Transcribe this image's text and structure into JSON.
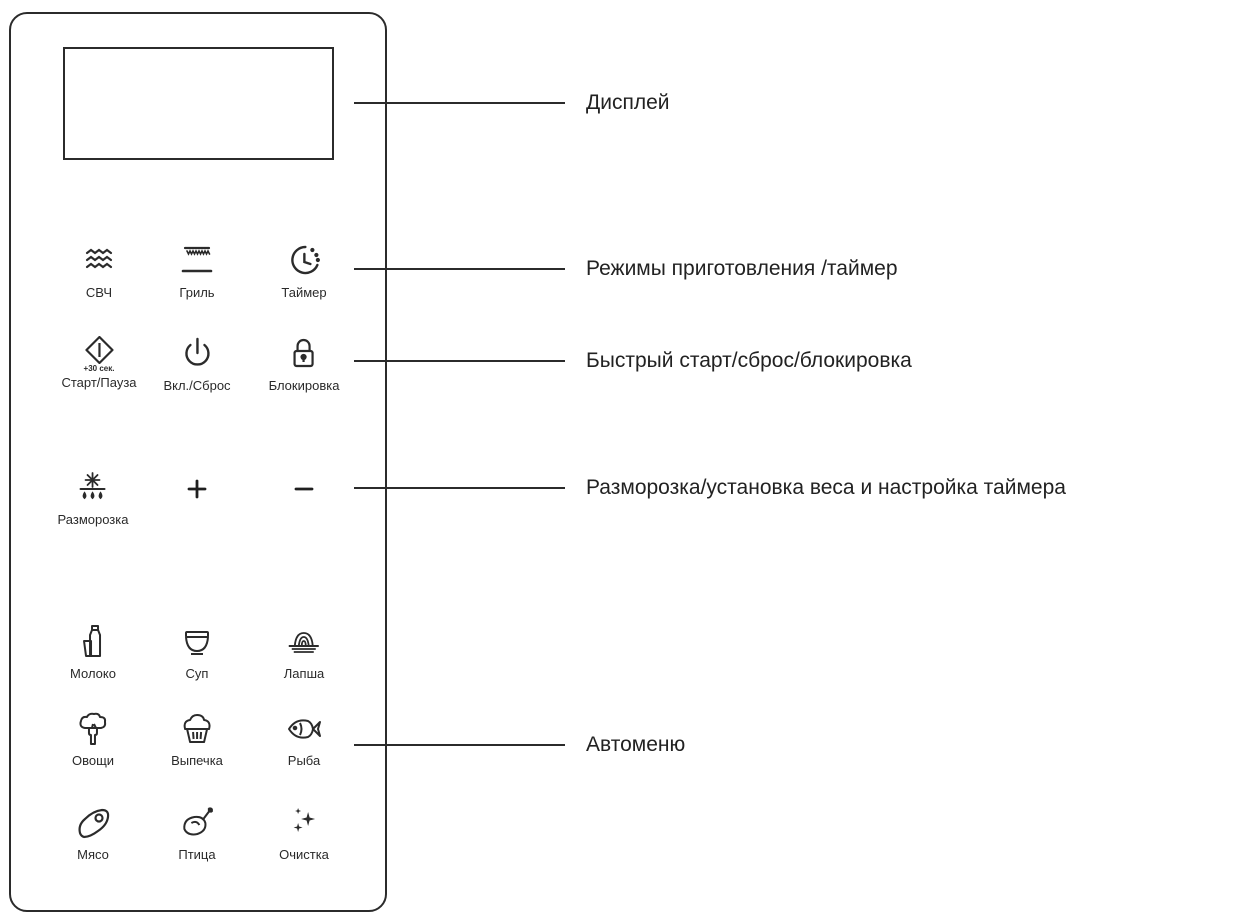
{
  "panel": {
    "buttons": {
      "microwave": {
        "label": "СВЧ",
        "icon": "microwave-waves-icon"
      },
      "grill": {
        "label": "Гриль",
        "icon": "grill-icon"
      },
      "timer": {
        "label": "Таймер",
        "icon": "timer-icon"
      },
      "start": {
        "label": "Старт/Пауза",
        "sub": "+30 сек.",
        "icon": "start-diamond-icon"
      },
      "power": {
        "label": "Вкл./Сброс",
        "icon": "power-icon"
      },
      "lock": {
        "label": "Блокировка",
        "icon": "lock-icon"
      },
      "defrost": {
        "label": "Разморозка",
        "icon": "defrost-icon"
      },
      "plus": {
        "label": "",
        "icon": "plus-icon"
      },
      "minus": {
        "label": "",
        "icon": "minus-icon"
      },
      "milk": {
        "label": "Молоко",
        "icon": "milk-icon"
      },
      "soup": {
        "label": "Суп",
        "icon": "soup-bowl-icon"
      },
      "noodles": {
        "label": "Лапша",
        "icon": "noodles-icon"
      },
      "vegetables": {
        "label": "Овощи",
        "icon": "broccoli-icon"
      },
      "pastry": {
        "label": "Выпечка",
        "icon": "muffin-icon"
      },
      "fish": {
        "label": "Рыба",
        "icon": "fish-icon"
      },
      "meat": {
        "label": "Мясо",
        "icon": "steak-icon"
      },
      "poultry": {
        "label": "Птица",
        "icon": "chicken-icon"
      },
      "cleaning": {
        "label": "Очистка",
        "icon": "sparkles-icon"
      }
    }
  },
  "callouts": [
    "Дисплей",
    "Режимы приготовления /таймер",
    "Быстрый старт/сброс/блокировка",
    "Разморозка/установка веса и настройка таймера",
    "Автоменю"
  ],
  "colors": {
    "stroke": "#2b2b2b",
    "text": "#222222",
    "background": "#ffffff"
  }
}
